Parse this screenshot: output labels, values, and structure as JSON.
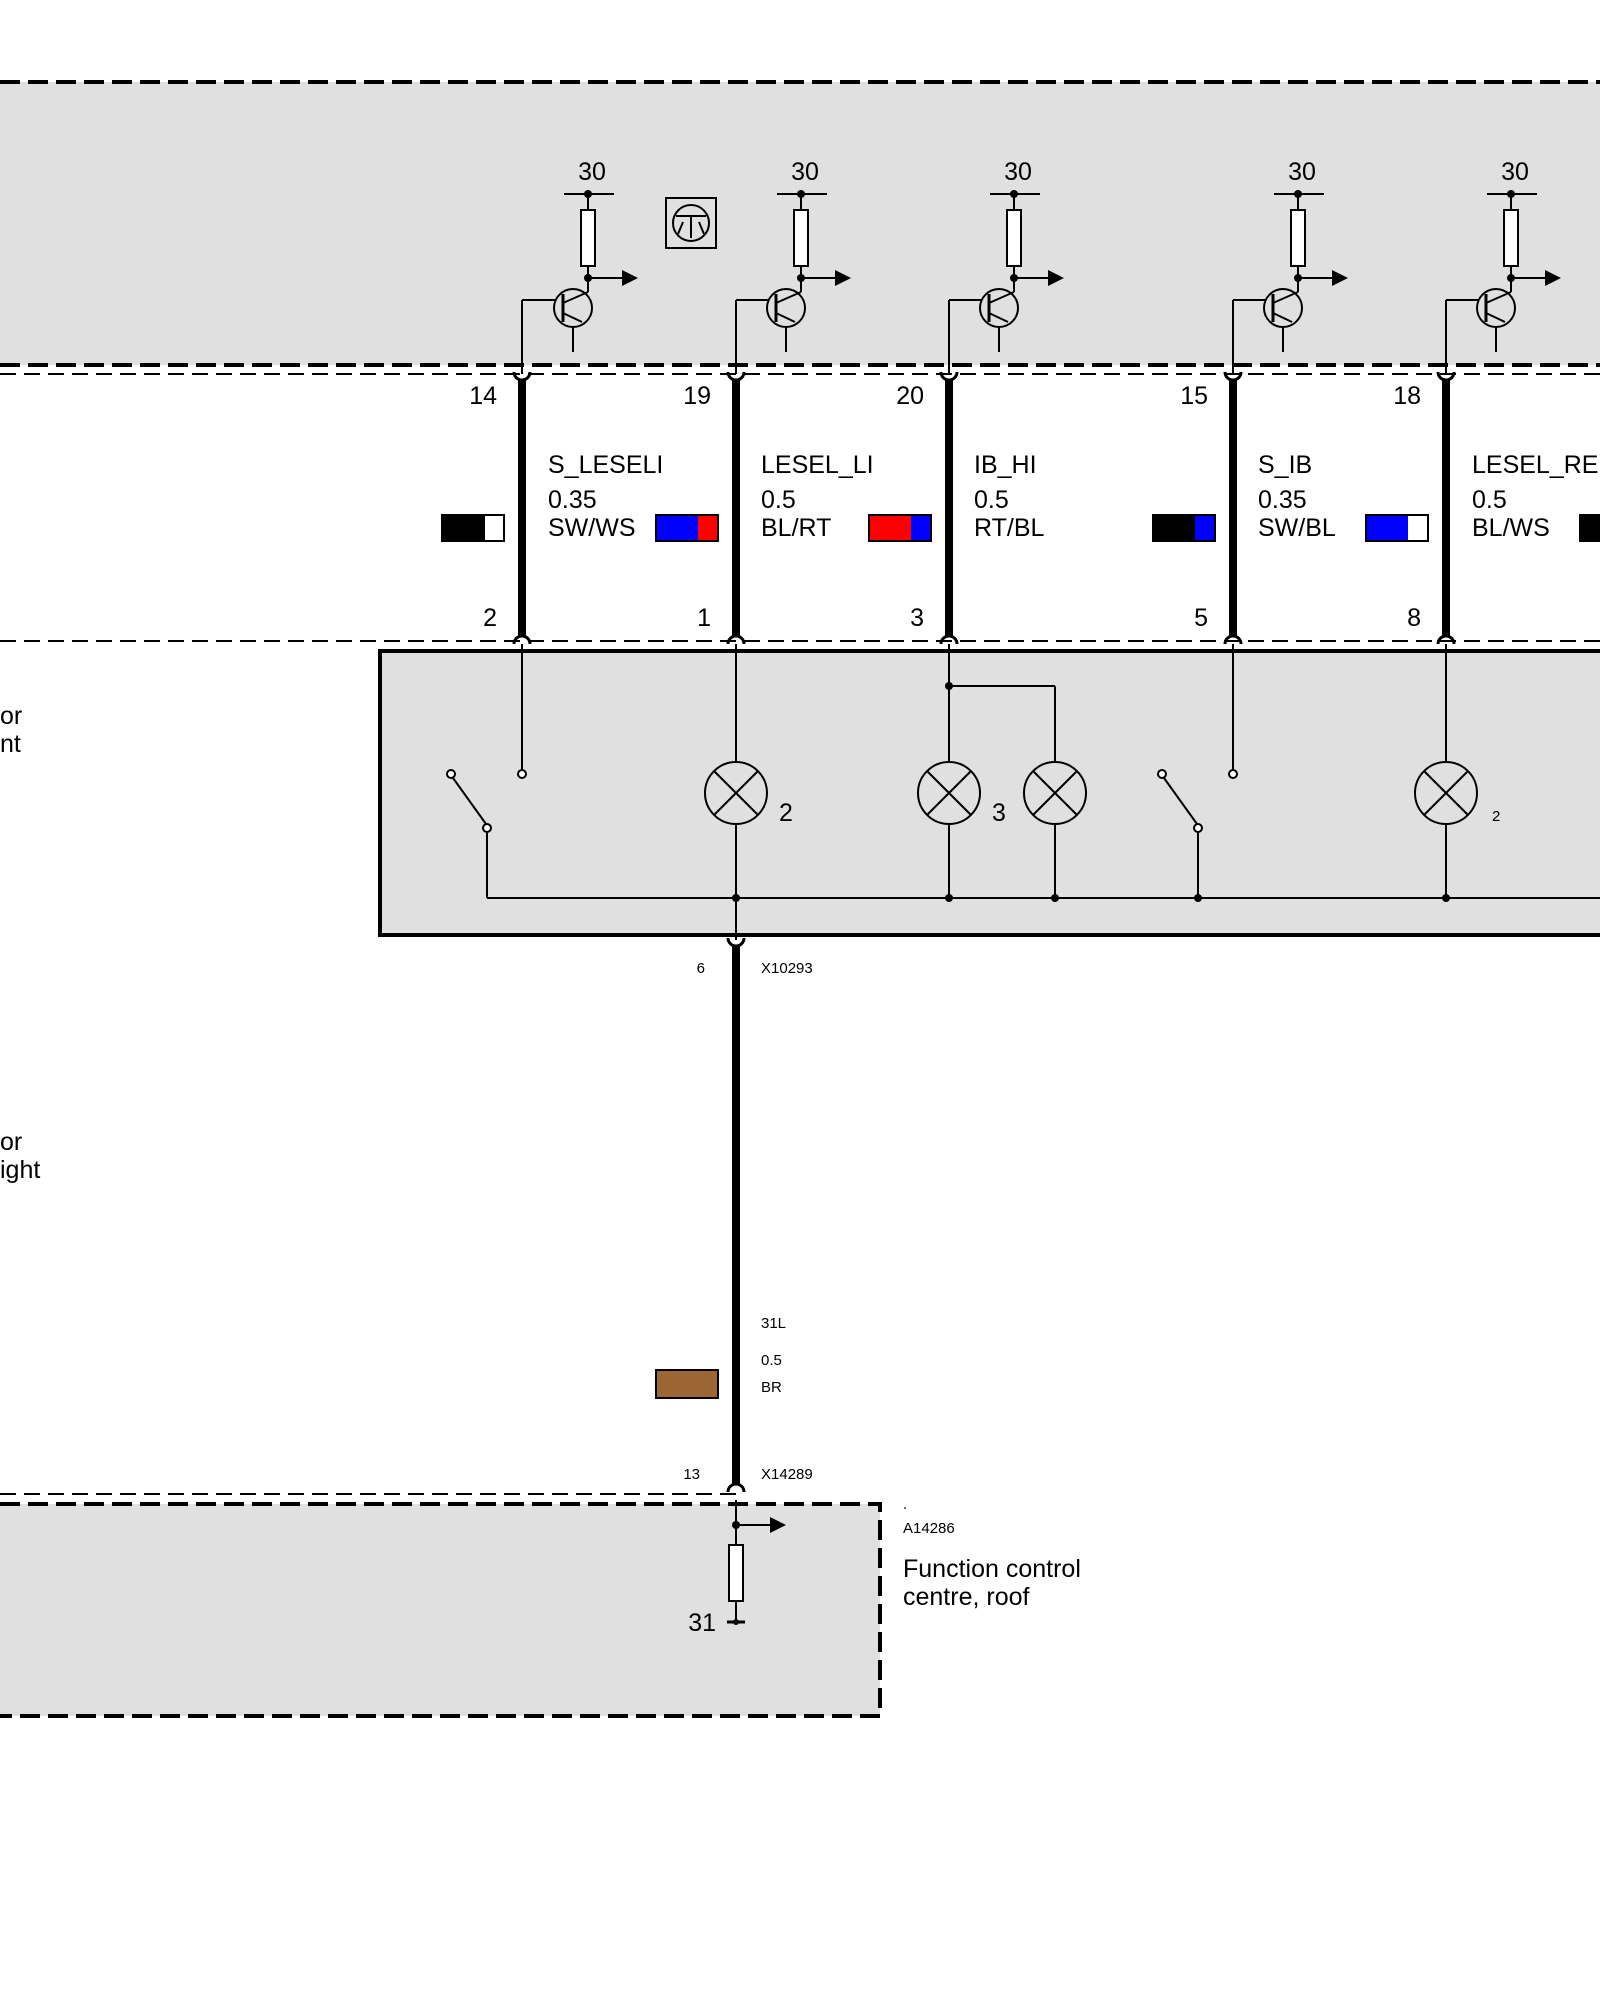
{
  "terminals": {
    "t30": "30"
  },
  "wires": [
    {
      "pin_top": "14",
      "pin_bottom": "2",
      "signal": "S_LESELI",
      "gauge": "0.35",
      "color_code": "SW/WS",
      "colors": [
        "#000000",
        "#ffffff"
      ]
    },
    {
      "pin_top": "19",
      "pin_bottom": "1",
      "signal": "LESEL_LI",
      "gauge": "0.5",
      "color_code": "BL/RT",
      "colors": [
        "#0000ff",
        "#ff0000"
      ]
    },
    {
      "pin_top": "20",
      "pin_bottom": "3",
      "signal": "IB_HI",
      "gauge": "0.5",
      "color_code": "RT/BL",
      "colors": [
        "#ff0000",
        "#0000ff"
      ]
    },
    {
      "pin_top": "15",
      "pin_bottom": "5",
      "signal": "S_IB",
      "gauge": "0.35",
      "color_code": "SW/BL",
      "colors": [
        "#000000",
        "#0000ff"
      ]
    },
    {
      "pin_top": "18",
      "pin_bottom": "8",
      "signal": "LESEL_RE",
      "gauge": "0.5",
      "color_code": "BL/WS",
      "colors": [
        "#0000ff",
        "#ffffff"
      ]
    }
  ],
  "lamps": {
    "lamp_a": "2",
    "lamp_b": "3",
    "lamp_c": "2"
  },
  "left_labels": {
    "label1_line1": "or",
    "label1_line2": "nt",
    "label2_line1": "or",
    "label2_line2": "ight"
  },
  "ground_wire": {
    "pin_top": "6",
    "connector_top": "X10293",
    "signal": "31L",
    "gauge": "0.5",
    "color_code": "BR",
    "color": "#9b6534",
    "pin_bottom": "13",
    "connector_bottom": "X14289"
  },
  "roof_module": {
    "marker": ".",
    "id": "A14286",
    "name_line1": "Function control",
    "name_line2": "centre, roof",
    "terminal": "31"
  }
}
